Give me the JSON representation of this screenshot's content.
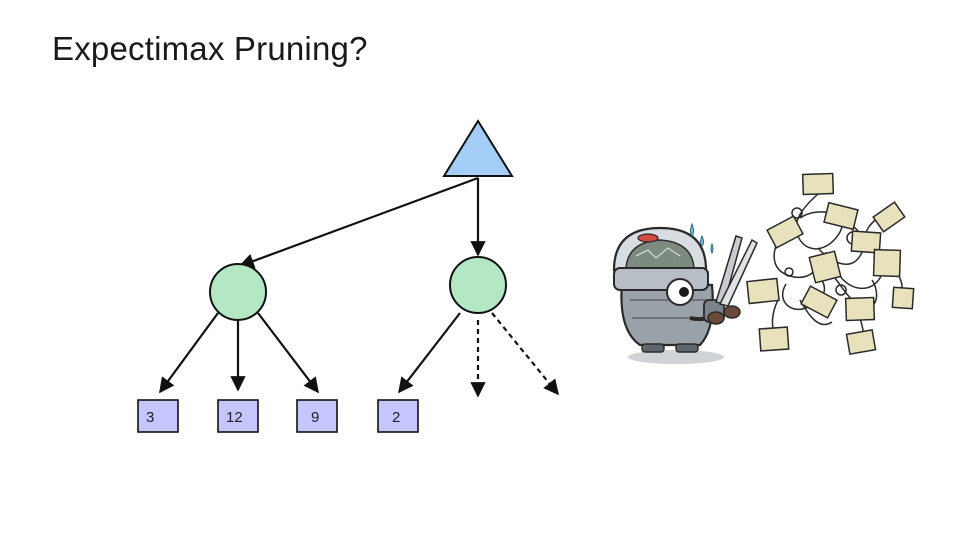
{
  "title": "Expectimax Pruning?",
  "colors": {
    "max_node": "#a4cdf8",
    "chance_node": "#b4e8c4",
    "leaf": "#c5c5ff",
    "edge": "#111111"
  },
  "tree": {
    "root": {
      "type": "max",
      "label": ""
    },
    "chance_nodes": [
      {
        "type": "chance",
        "leaves": [
          "3",
          "12",
          "9"
        ]
      },
      {
        "type": "chance",
        "leaves": [
          "2"
        ],
        "pruned_branches": 2
      }
    ]
  },
  "illustration": {
    "icon": "robot-with-scissors-icon",
    "tangle": "tangled-tree-icon"
  }
}
